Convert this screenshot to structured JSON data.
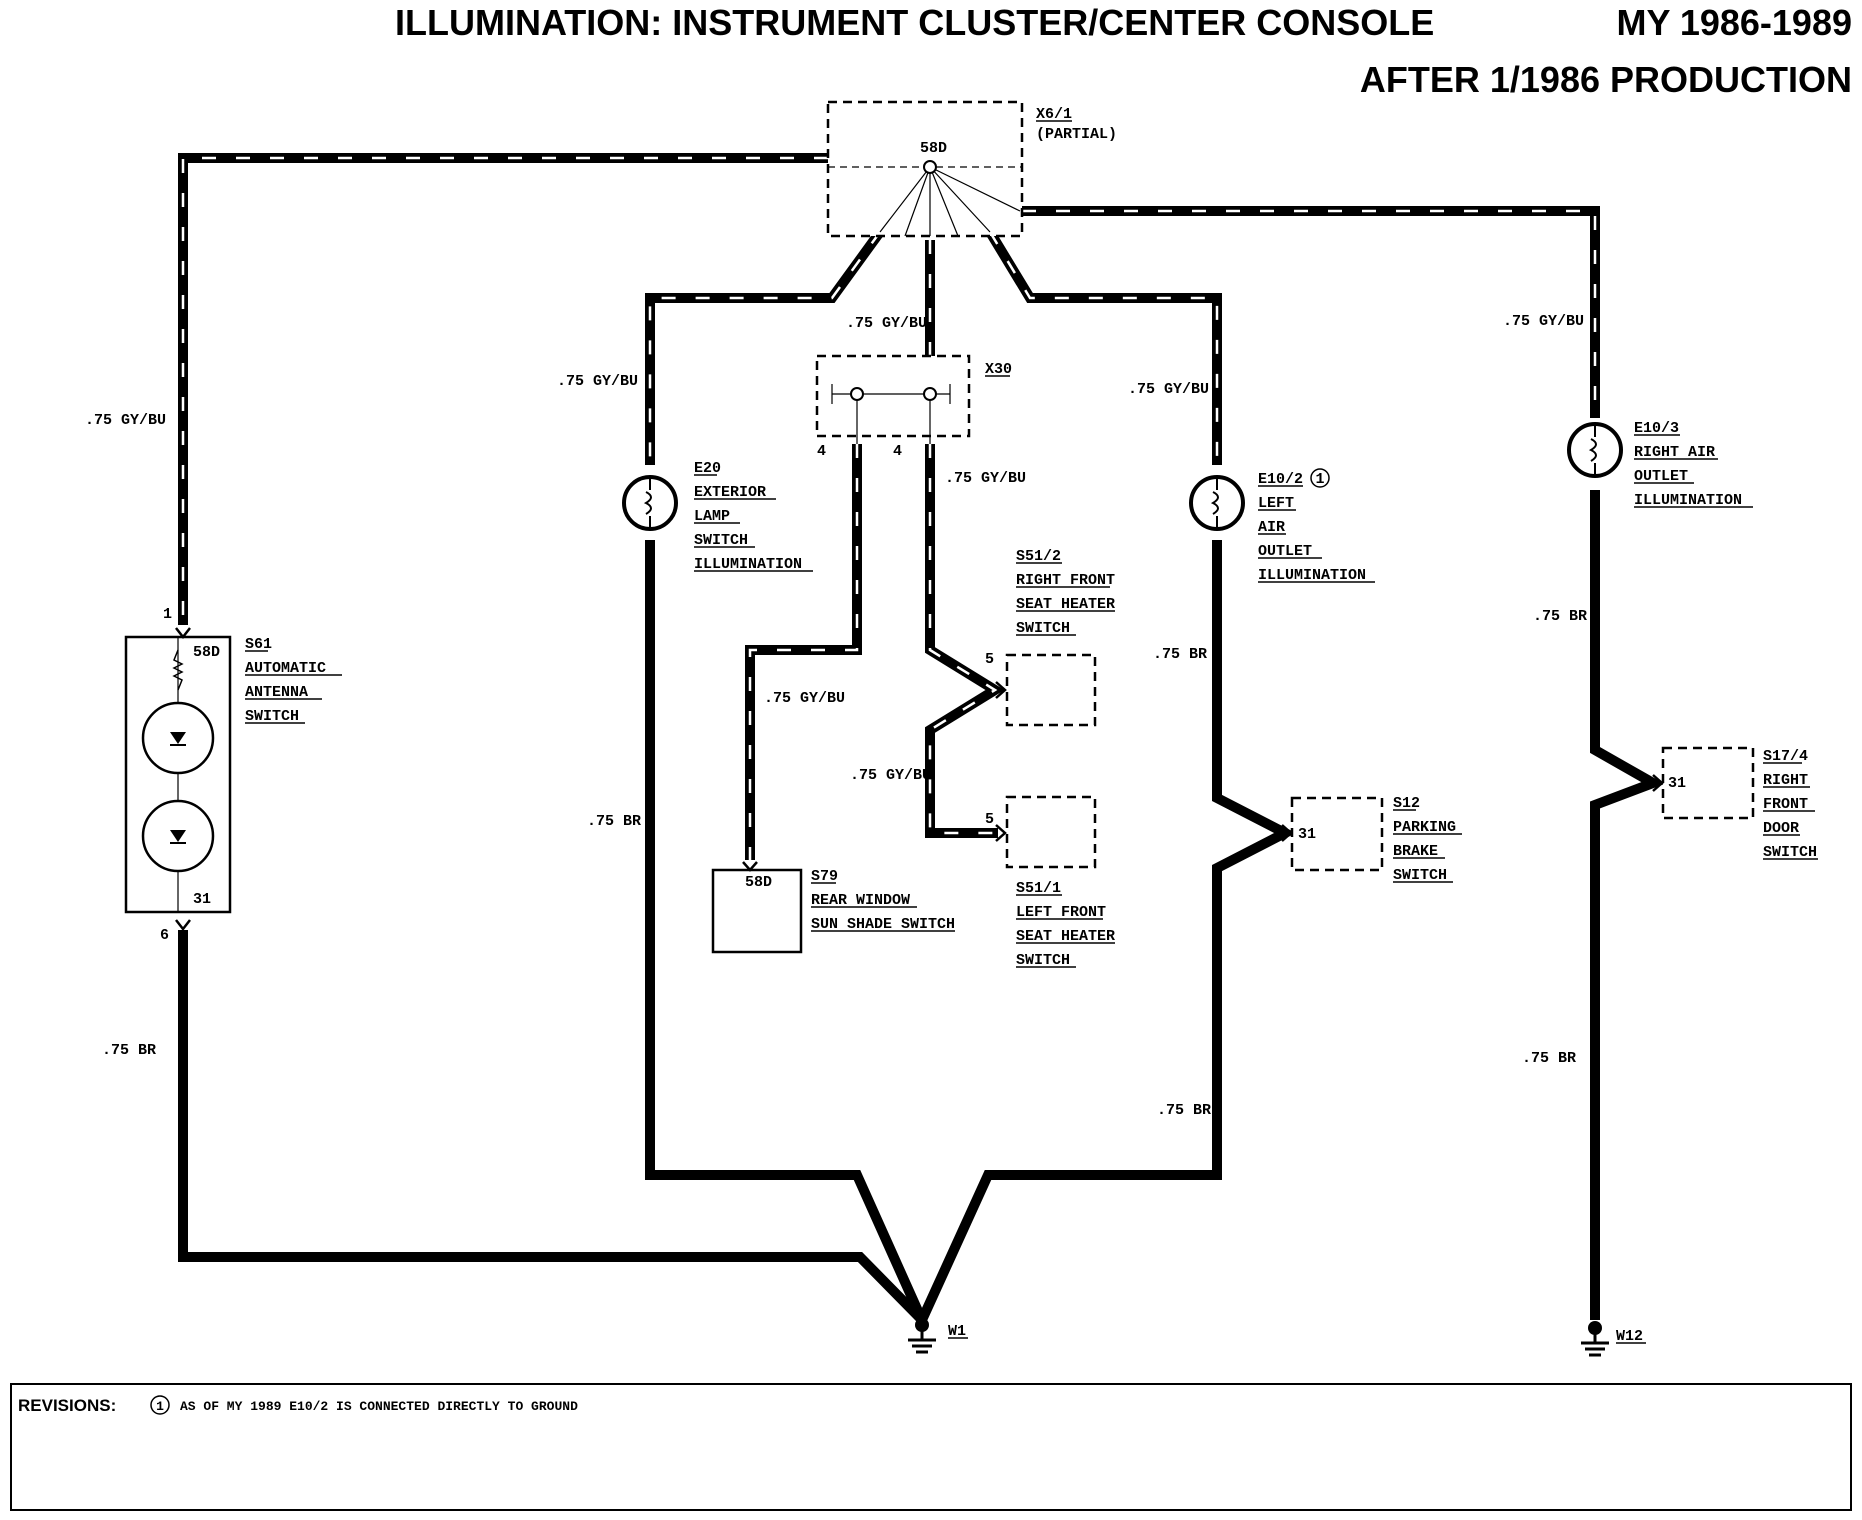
{
  "header": {
    "title": "ILLUMINATION: INSTRUMENT CLUSTER/CENTER CONSOLE",
    "model_year": "MY 1986-1989",
    "production": "AFTER 1/1986 PRODUCTION"
  },
  "connectors": {
    "x6_1": {
      "id": "X6/1",
      "note": "(PARTIAL)",
      "pin": "58D"
    },
    "x30": {
      "id": "X30",
      "pin_left": "4",
      "pin_right": "4"
    }
  },
  "wires": {
    "gybu": ".75 GY/BU",
    "br": ".75 BR"
  },
  "components": {
    "s61": {
      "id": "S61",
      "name_lines": [
        "AUTOMATIC",
        "ANTENNA",
        "SWITCH"
      ],
      "pin_top": "1",
      "pin_58d": "58D",
      "pin_31": "31",
      "pin_bottom": "6"
    },
    "e20": {
      "id": "E20",
      "name_lines": [
        "EXTERIOR",
        "LAMP",
        "SWITCH",
        "ILLUMINATION"
      ]
    },
    "s79": {
      "id": "S79",
      "name_lines": [
        "REAR WINDOW",
        "SUN SHADE SWITCH"
      ],
      "pin": "58D"
    },
    "s51_2": {
      "id": "S51/2",
      "name_lines": [
        "RIGHT FRONT",
        "SEAT HEATER",
        "SWITCH"
      ],
      "pin": "5"
    },
    "s51_1": {
      "id": "S51/1",
      "name_lines": [
        "LEFT FRONT",
        "SEAT HEATER",
        "SWITCH"
      ],
      "pin": "5"
    },
    "e10_2": {
      "id": "E10/2",
      "marker": "1",
      "name_lines": [
        "LEFT",
        "AIR",
        "OUTLET",
        "ILLUMINATION"
      ]
    },
    "s12": {
      "id": "S12",
      "name_lines": [
        "PARKING",
        "BRAKE",
        "SWITCH"
      ],
      "pin": "31"
    },
    "e10_3": {
      "id": "E10/3",
      "name_lines": [
        "RIGHT AIR",
        "OUTLET",
        "ILLUMINATION"
      ]
    },
    "s17_4": {
      "id": "S17/4",
      "name_lines": [
        "RIGHT",
        "FRONT",
        "DOOR",
        "SWITCH"
      ],
      "pin": "31"
    }
  },
  "grounds": {
    "w1": "W1",
    "w12": "W12"
  },
  "revisions": {
    "label": "REVISIONS:",
    "marker": "1",
    "text": "AS OF MY 1989 E10/2 IS CONNECTED DIRECTLY TO GROUND"
  }
}
